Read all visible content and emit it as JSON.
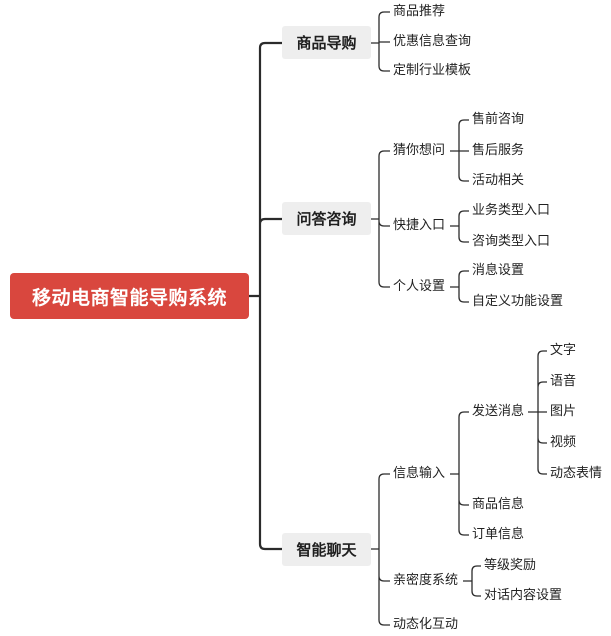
{
  "root": "移动电商智能导购系统",
  "branches": [
    {
      "label": "商品导购",
      "children": [
        {
          "label": "商品推荐"
        },
        {
          "label": "优惠信息查询"
        },
        {
          "label": "定制行业模板"
        }
      ]
    },
    {
      "label": "问答咨询",
      "children": [
        {
          "label": "猜你想问",
          "children": [
            {
              "label": "售前咨询"
            },
            {
              "label": "售后服务"
            },
            {
              "label": "活动相关"
            }
          ]
        },
        {
          "label": "快捷入口",
          "children": [
            {
              "label": "业务类型入口"
            },
            {
              "label": "咨询类型入口"
            }
          ]
        },
        {
          "label": "个人设置",
          "children": [
            {
              "label": "消息设置"
            },
            {
              "label": "自定义功能设置"
            }
          ]
        }
      ]
    },
    {
      "label": "智能聊天",
      "children": [
        {
          "label": "信息输入",
          "children": [
            {
              "label": "发送消息",
              "children": [
                {
                  "label": "文字"
                },
                {
                  "label": "语音"
                },
                {
                  "label": "图片"
                },
                {
                  "label": "视频"
                },
                {
                  "label": "动态表情"
                }
              ]
            },
            {
              "label": "商品信息"
            },
            {
              "label": "订单信息"
            }
          ]
        },
        {
          "label": "亲密度系统",
          "children": [
            {
              "label": "等级奖励"
            },
            {
              "label": "对话内容设置"
            }
          ]
        },
        {
          "label": "动态化互动"
        }
      ]
    }
  ],
  "colors": {
    "root_bg": "#d9473e",
    "branch_bg": "#eeeeee",
    "line": "#2b2b2b"
  }
}
